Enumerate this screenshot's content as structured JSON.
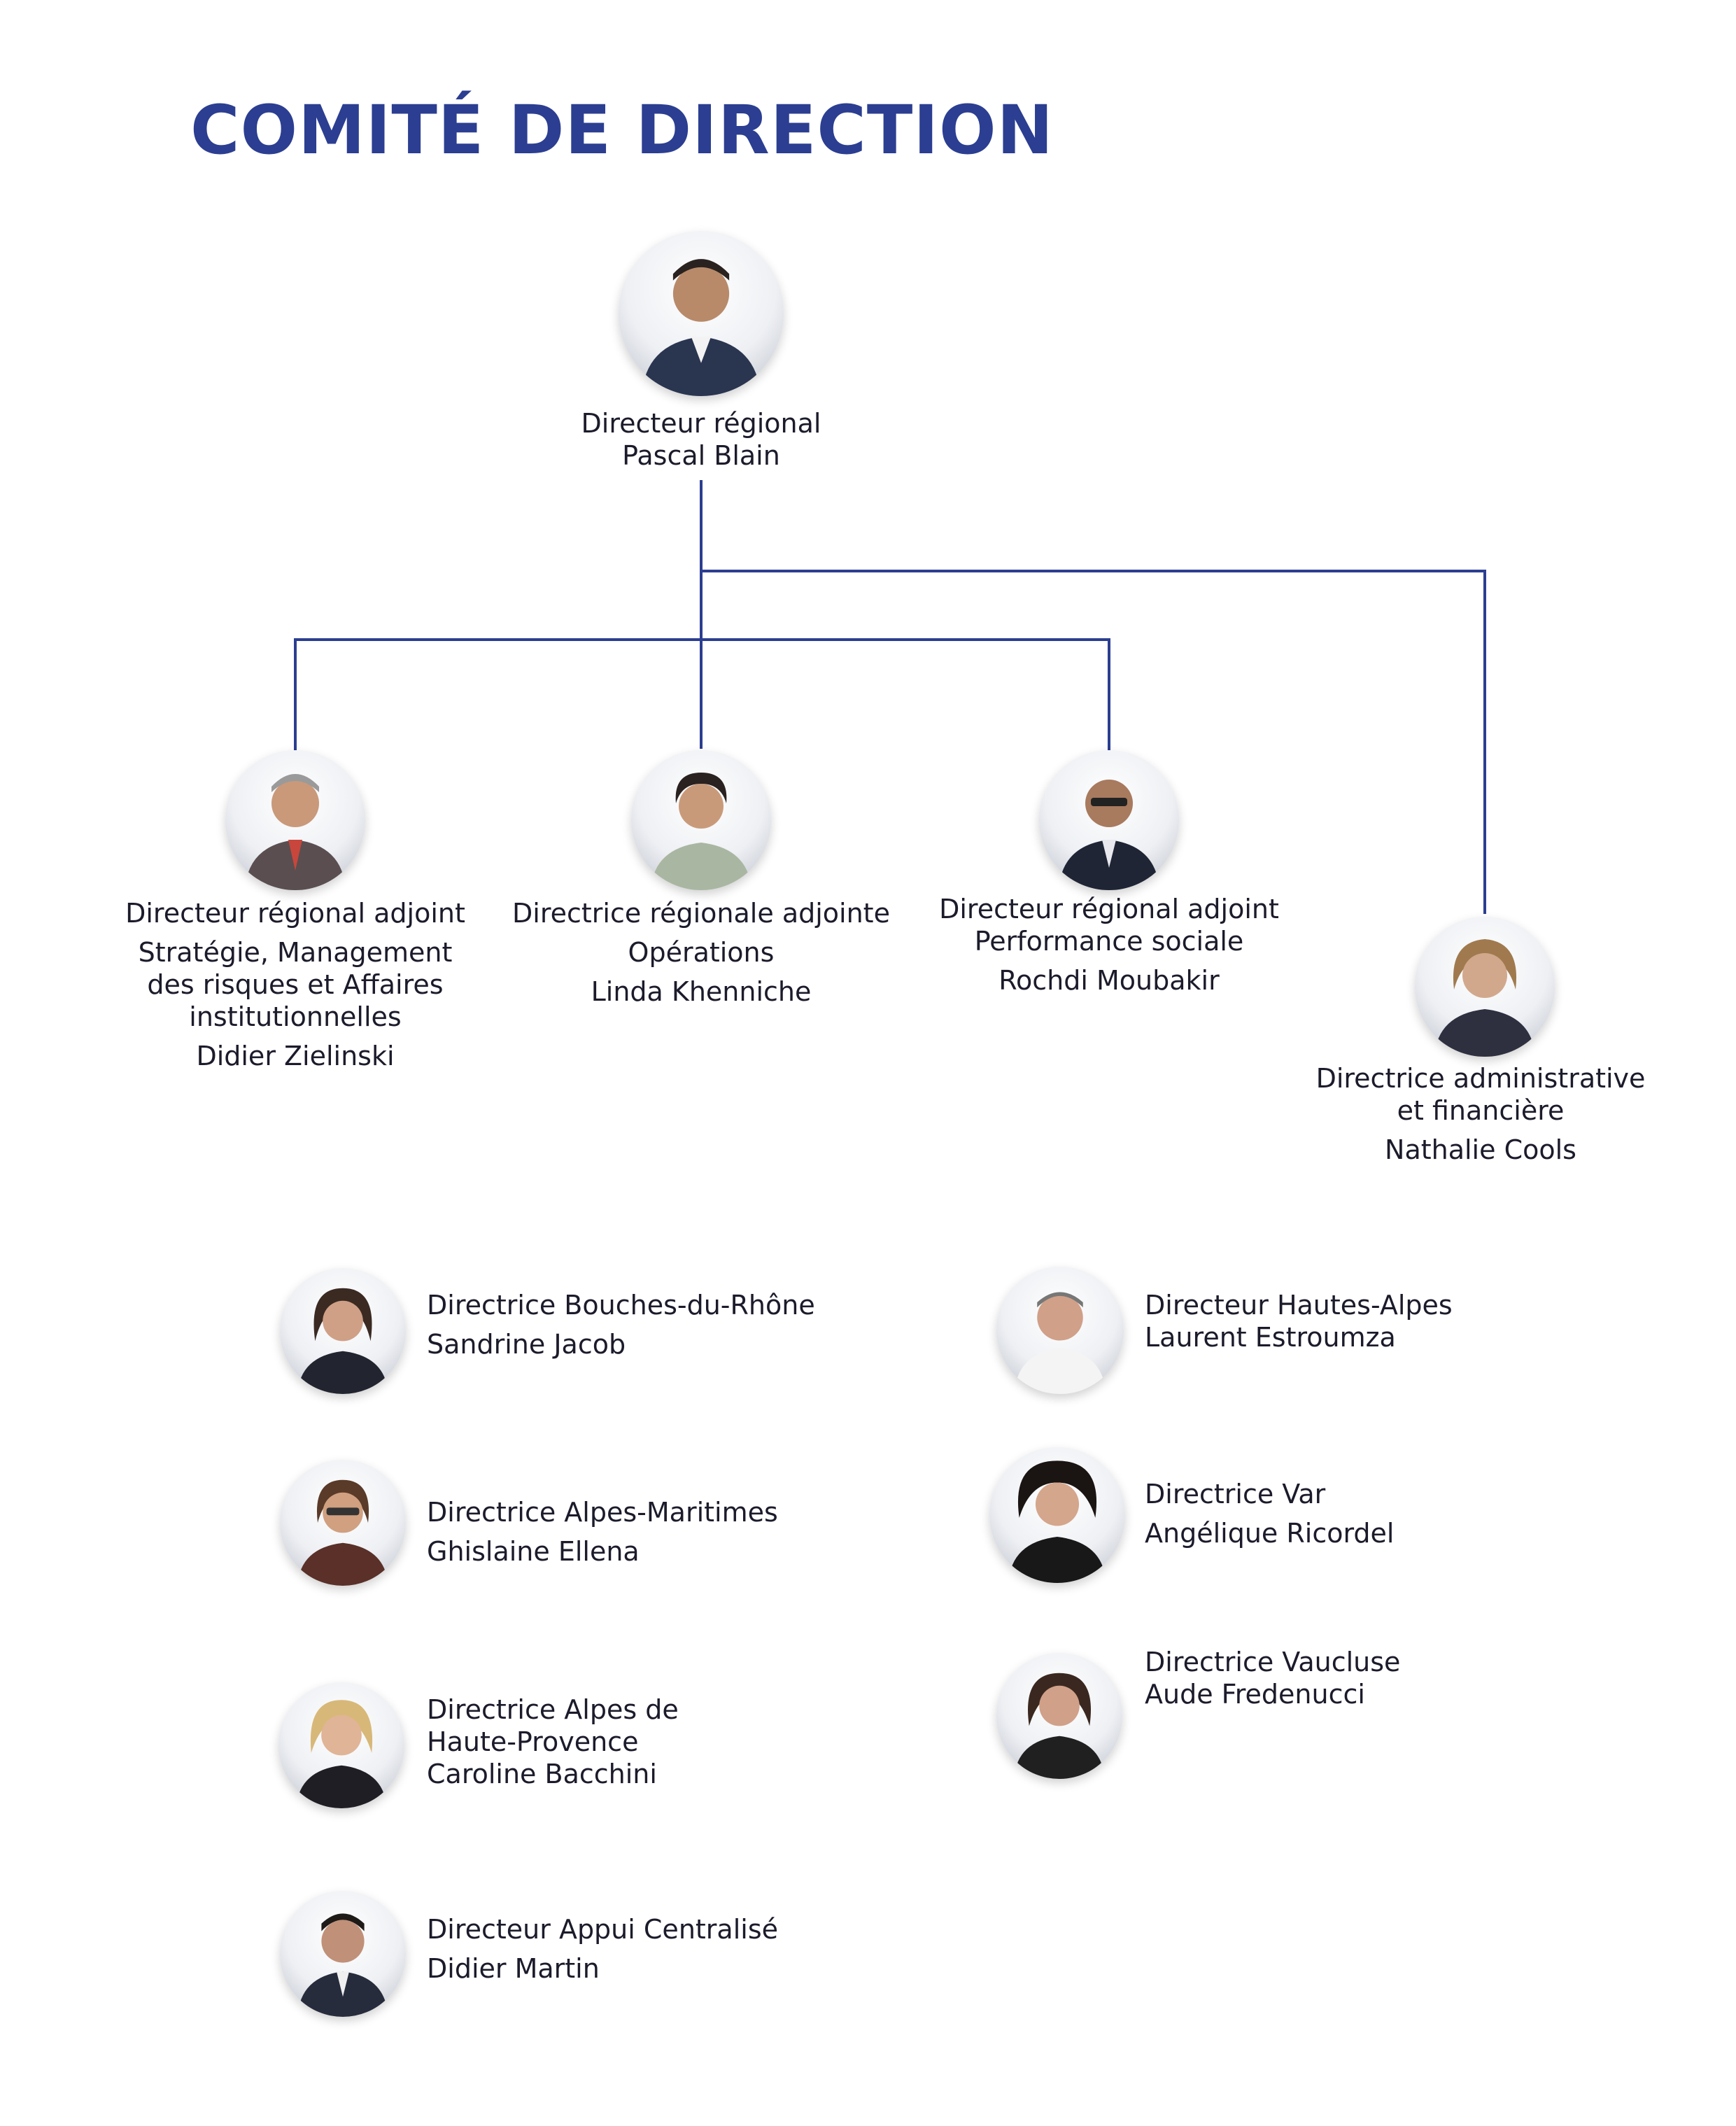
{
  "title": "COMITÉ DE DIRECTION",
  "colors": {
    "title": "#2b3e91",
    "connector": "#2b3e91",
    "text": "#1b1b2b"
  },
  "icons": {
    "portrait": "person-photo-icon"
  },
  "director": {
    "lines": [
      "Directeur régional",
      "Pascal Blain"
    ]
  },
  "deputies": [
    {
      "lines": [
        "Directeur régional adjoint",
        "Stratégie, Management",
        "des risques et Affaires",
        "institutionnelles",
        "Didier Zielinski"
      ]
    },
    {
      "lines": [
        "Directrice régionale adjointe",
        "Opérations",
        "Linda Khenniche"
      ]
    },
    {
      "lines": [
        "Directeur régional adjoint",
        "Performance sociale",
        "Rochdi Moubakir"
      ]
    },
    {
      "lines": [
        "Directrice administrative",
        "et financière",
        "Nathalie Cools"
      ]
    }
  ],
  "departments_left": [
    {
      "lines": [
        "Directrice Bouches-du-Rhône",
        "Sandrine Jacob"
      ]
    },
    {
      "lines": [
        "Directrice Alpes-Maritimes",
        "Ghislaine Ellena"
      ]
    },
    {
      "lines": [
        "Directrice Alpes de",
        "Haute-Provence",
        "Caroline Bacchini"
      ]
    },
    {
      "lines": [
        "Directeur Appui Centralisé",
        "Didier Martin"
      ]
    }
  ],
  "departments_right": [
    {
      "lines": [
        "Directeur Hautes-Alpes",
        "Laurent Estroumza"
      ]
    },
    {
      "lines": [
        "Directrice Var",
        "Angélique Ricordel"
      ]
    },
    {
      "lines": [
        "Directrice Vaucluse",
        "Aude Fredenucci"
      ]
    }
  ]
}
